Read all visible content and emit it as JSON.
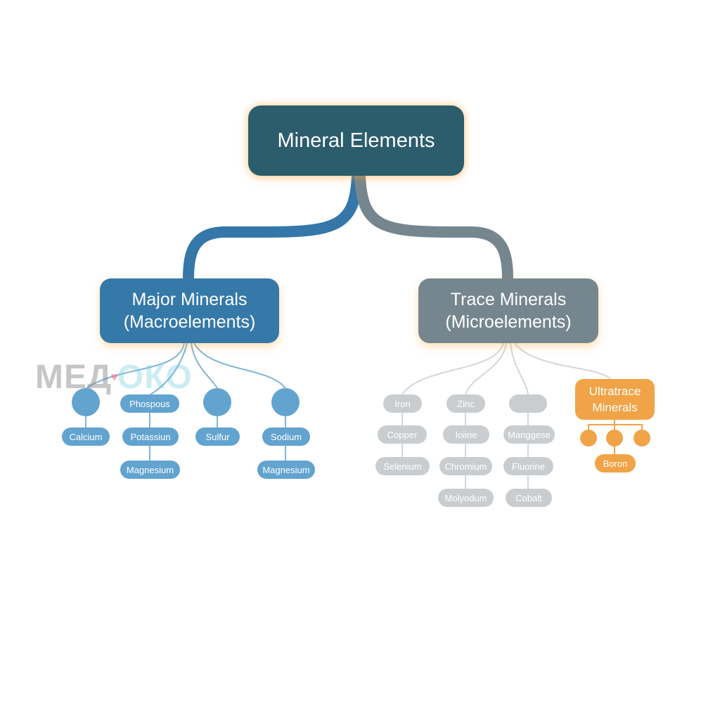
{
  "root": {
    "label": "Mineral Elements"
  },
  "major": {
    "line1": "Major Minerals",
    "line2": "(Macroelements)",
    "color": "#3579a8",
    "items": [
      "Phospous",
      "Calcium",
      "Potassiun",
      "Sulfur",
      "Sodium",
      "Magnesium",
      "Magnesium"
    ]
  },
  "trace": {
    "line1": "Trace Minerals",
    "line2": "(Microelements)",
    "color": "#76868f",
    "items": [
      "Iron",
      "Zinc",
      "Copper",
      "Ioiine",
      "Manggese",
      "Selenium",
      "Chromium",
      "Fluorine",
      "Molyodum",
      "Cobalt"
    ]
  },
  "ultra": {
    "line1": "Ultratrace",
    "line2": "Minerals",
    "color": "#f0a447",
    "items": [
      "Boron"
    ]
  },
  "watermark": {
    "part1": "МЕД",
    "heart": "♥",
    "part2": "ОКО"
  }
}
